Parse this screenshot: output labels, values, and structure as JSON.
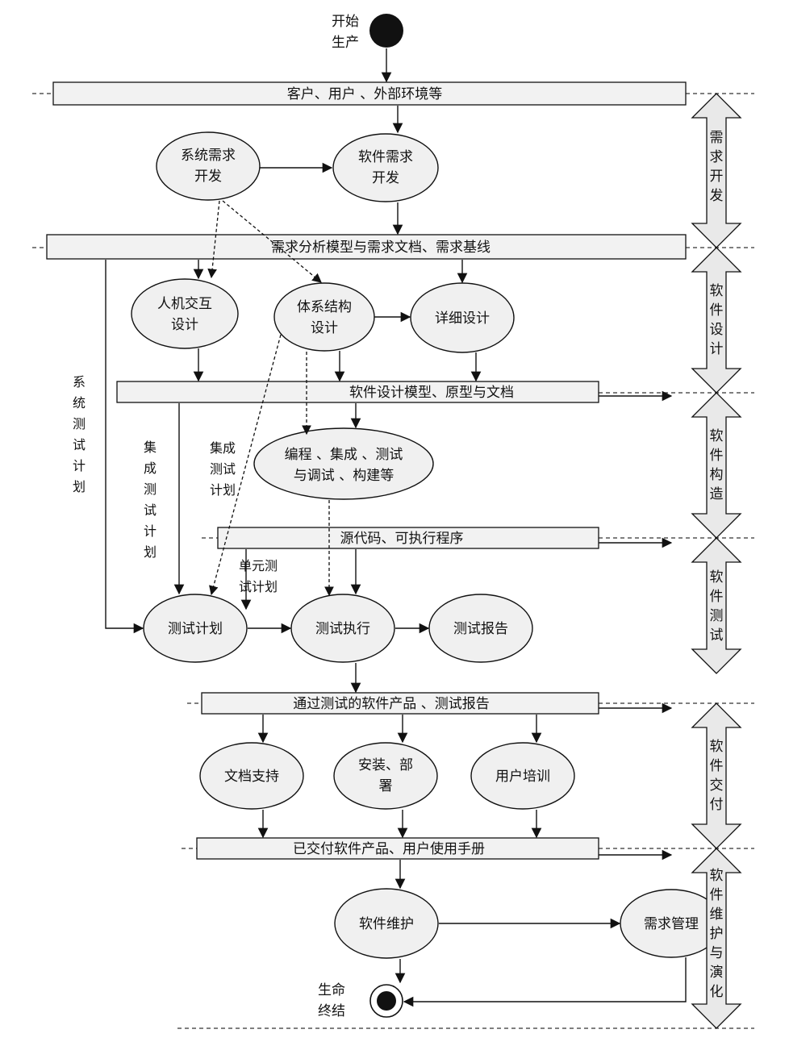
{
  "start": {
    "label_line1": "开始",
    "label_line2": "生产"
  },
  "end": {
    "label_line1": "生命",
    "label_line2": "终结"
  },
  "bars": {
    "customers": "客户、用户 、外部环境等",
    "requirements_baseline": "需求分析模型与需求文档、需求基线",
    "design_models": "软件设计模型、原型与文档",
    "source_code": "源代码、可执行程序",
    "tested_product": "通过测试的软件产品 、测试报告",
    "delivered_product": "已交付软件产品、用户使用手册"
  },
  "nodes": {
    "system_req": [
      "系统需求",
      "开发"
    ],
    "software_req": [
      "软件需求",
      "开发"
    ],
    "hci_design": [
      "人机交互",
      "设计"
    ],
    "architecture_design": [
      "体系结构",
      "设计"
    ],
    "detailed_design": [
      "详细设计"
    ],
    "coding": [
      "编程 、集成 、测试",
      "与调试 、构建等"
    ],
    "test_plan": [
      "测试计划"
    ],
    "test_execution": [
      "测试执行"
    ],
    "test_report": [
      "测试报告"
    ],
    "documentation": [
      "文档支持"
    ],
    "installation": [
      "安装、部",
      "署"
    ],
    "user_training": [
      "用户培训"
    ],
    "maintenance": [
      "软件维护"
    ],
    "requirements_mgmt": [
      "需求管理"
    ]
  },
  "notes": {
    "system_test_plan": [
      "系",
      "统",
      "测",
      "试",
      "计",
      "划"
    ],
    "integration_test_plan_1": [
      "集",
      "成",
      "测",
      "试",
      "计",
      "划"
    ],
    "integration_test_plan_2": [
      "集成",
      "测试",
      "计划"
    ],
    "unit_test_plan": [
      "单元测",
      "试计划"
    ]
  },
  "phases": {
    "requirements": [
      "需",
      "求",
      "开",
      "发"
    ],
    "design": [
      "软",
      "件",
      "设",
      "计"
    ],
    "construction": [
      "软",
      "件",
      "构",
      "造"
    ],
    "testing": [
      "软",
      "件",
      "测",
      "试"
    ],
    "delivery": [
      "软",
      "件",
      "交",
      "付"
    ],
    "maintenance": [
      "软",
      "件",
      "维",
      "护",
      "与",
      "演",
      "化"
    ]
  },
  "colors": {
    "bar_fill": "#f2f2f2",
    "node_fill": "#f0f0f0",
    "arrow_fill": "#e9e9e9",
    "stroke": "#111111"
  }
}
